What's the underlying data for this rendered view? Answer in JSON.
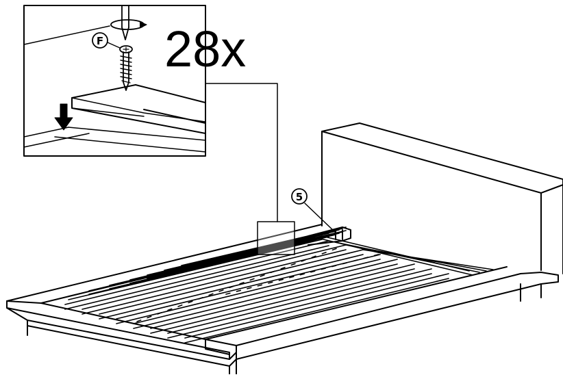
{
  "diagram": {
    "quantity_label": "28x",
    "part_labels": {
      "screw": "F",
      "slat": "5"
    },
    "icons": {
      "screwdriver": "screwdriver-icon",
      "rotation": "rotation-arrow-icon",
      "down_arrow": "down-arrow-icon",
      "screw": "screw-icon"
    },
    "colors": {
      "line": "#000000",
      "background": "#ffffff",
      "fill_dark": "#000000"
    }
  }
}
